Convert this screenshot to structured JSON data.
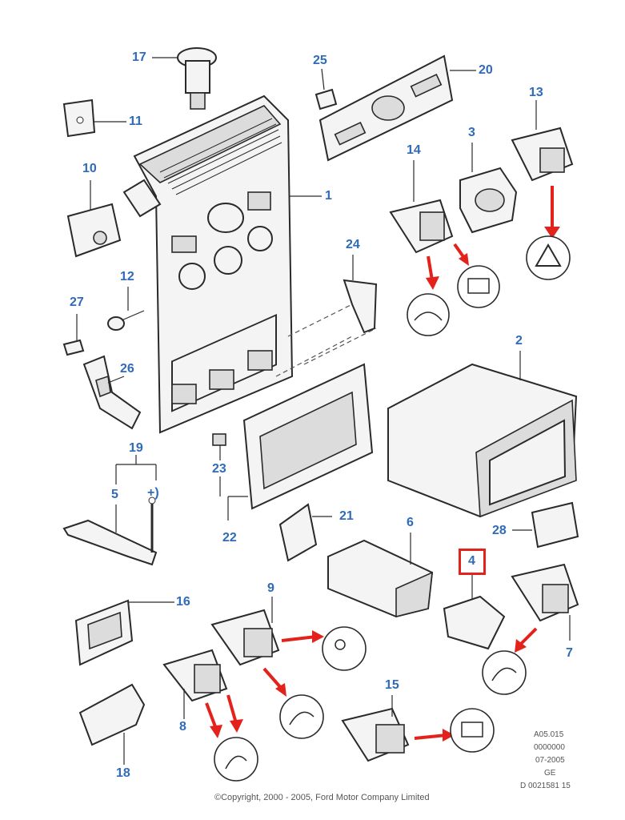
{
  "callouts": {
    "c1": "1",
    "c2": "2",
    "c3": "3",
    "c4": "4",
    "c5": "5",
    "c6": "6",
    "c7": "7",
    "c8": "8",
    "c9": "9",
    "c10": "10",
    "c11": "11",
    "c12": "12",
    "c13": "13",
    "c14": "14",
    "c15": "15",
    "c16": "16",
    "c17": "17",
    "c18": "18",
    "c19": "19",
    "c20": "20",
    "c21": "21",
    "c22": "22",
    "c23": "23",
    "c24": "24",
    "c25": "25",
    "c26": "26",
    "c27": "27",
    "c28": "28",
    "plus": "+)"
  },
  "footer": {
    "line1": "A05.015",
    "line2": "0000000",
    "line3": "07-2005",
    "line4": "GE",
    "line5": "D 0021581 15"
  },
  "copyright": "©Copyright, 2000 - 2005, Ford Motor Company Limited",
  "colors": {
    "callout": "#2f6bb8",
    "arrow": "#e3231b",
    "highlight": "#e3231b",
    "line": "#2a2a2a"
  }
}
